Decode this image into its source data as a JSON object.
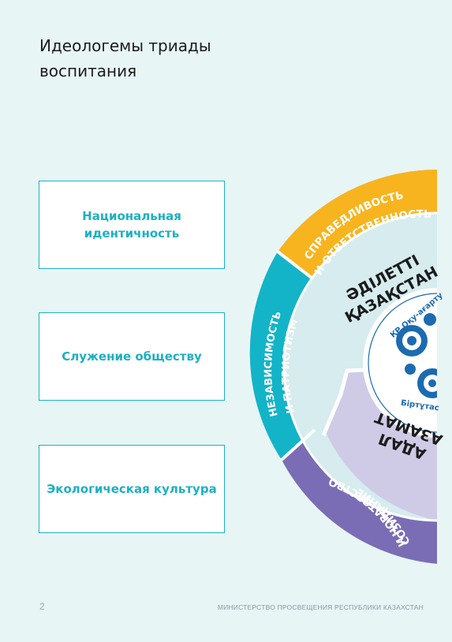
{
  "title": "Идеологемы триады\nвоспитания",
  "boxes": [
    {
      "label": "Национальная\nидентичность"
    },
    {
      "label": "Служение обществу"
    },
    {
      "label": "Экологическая культура"
    }
  ],
  "wheel": {
    "segment_top_line1": "СПРАВЕДЛИВОСТЬ",
    "segment_top_line2": "И ОТВЕТСТВЕННОСТЬ",
    "segment_left_line1": "НЕЗАВИСИМОСТЬ",
    "segment_left_line2": "И ПАТРИОТИЗМ",
    "segment_bottom_line1": "СОЗИДАНИЕ",
    "segment_bottom_line2": "И НОВАТОРСТВО",
    "inner_top_line1": "ӘДІЛЕТТІ",
    "inner_top_line2": "ҚАЗАҚСТАН",
    "inner_bottom_line1": "АДАЛ",
    "inner_bottom_line2": "АЗАМАТ",
    "logo_text_top": "ҚР Оқу-ағарту",
    "logo_text_bottom": "Біртұтас",
    "colors": {
      "yellow": "#f7b41f",
      "teal": "#13b4c8",
      "purple": "#7a6db5",
      "inner_light": "#d5ecef",
      "inner_lavender": "#cfcbe6",
      "logo_blue": "#1c6bb0"
    }
  },
  "page_number": "2",
  "footer": "МИНИСТЕРСТВО ПРОСВЕЩЕНИЯ РЕСПУБЛИКИ КАЗАХСТАН"
}
